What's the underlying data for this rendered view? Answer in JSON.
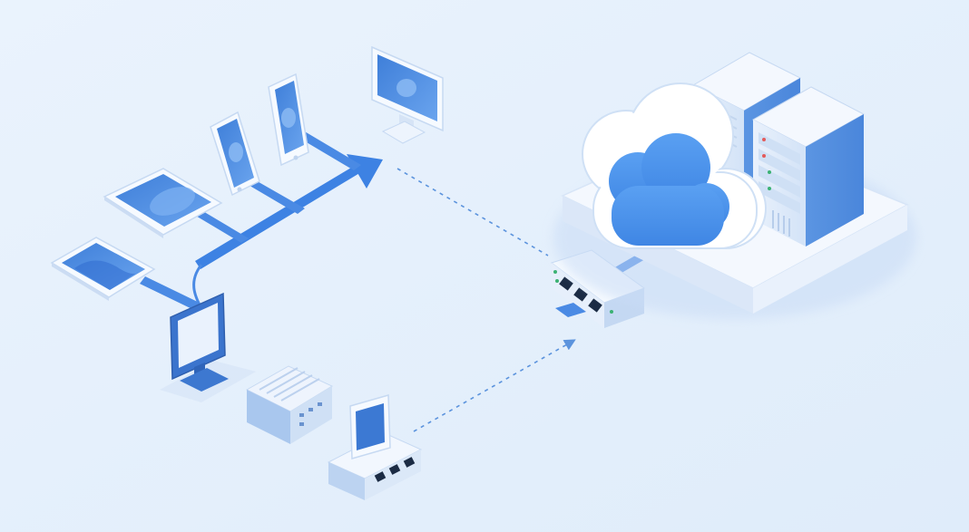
{
  "diagram": {
    "palette": {
      "background": "#e4effb",
      "accent": "#3d7fe0",
      "accent_dark": "#2f64b9",
      "device_light": "#f5f9ff",
      "device_mid": "#bcd3f1",
      "screen": "#4a86de",
      "cloud_fill": "#4a90e8",
      "led_green": "#3bb273",
      "led_red": "#e35b5b",
      "port": "#1b2b44"
    },
    "nodes": [
      {
        "id": "tablet-small",
        "kind": "tablet",
        "icon": "tablet-icon"
      },
      {
        "id": "tablet-large",
        "kind": "tablet",
        "icon": "tablet-icon"
      },
      {
        "id": "phone-1",
        "kind": "smartphone",
        "icon": "smartphone-icon"
      },
      {
        "id": "phone-2",
        "kind": "smartphone",
        "icon": "smartphone-icon"
      },
      {
        "id": "imac",
        "kind": "desktop-monitor",
        "icon": "monitor-icon"
      },
      {
        "id": "desktop-monitor",
        "kind": "desktop-monitor",
        "icon": "monitor-icon"
      },
      {
        "id": "nas-box",
        "kind": "server-box",
        "icon": "server-icon"
      },
      {
        "id": "terminal-switch",
        "kind": "terminal-with-switch",
        "icon": "switch-icon"
      },
      {
        "id": "network-switch",
        "kind": "network-switch",
        "icon": "switch-icon"
      },
      {
        "id": "cloud",
        "kind": "cloud",
        "icon": "cloud-icon"
      },
      {
        "id": "server-rack-back",
        "kind": "server-rack",
        "icon": "server-rack-icon"
      },
      {
        "id": "server-rack-front",
        "kind": "server-rack",
        "icon": "server-rack-icon"
      }
    ],
    "links": [
      {
        "from": "devices-bus",
        "to": "imac",
        "style": "solid-arrow"
      },
      {
        "from": "imac",
        "to": "network-switch",
        "style": "dashed"
      },
      {
        "from": "terminal-switch",
        "to": "network-switch",
        "style": "dashed-arrow"
      },
      {
        "from": "network-switch",
        "to": "cloud",
        "style": "solid-arrow"
      }
    ]
  }
}
